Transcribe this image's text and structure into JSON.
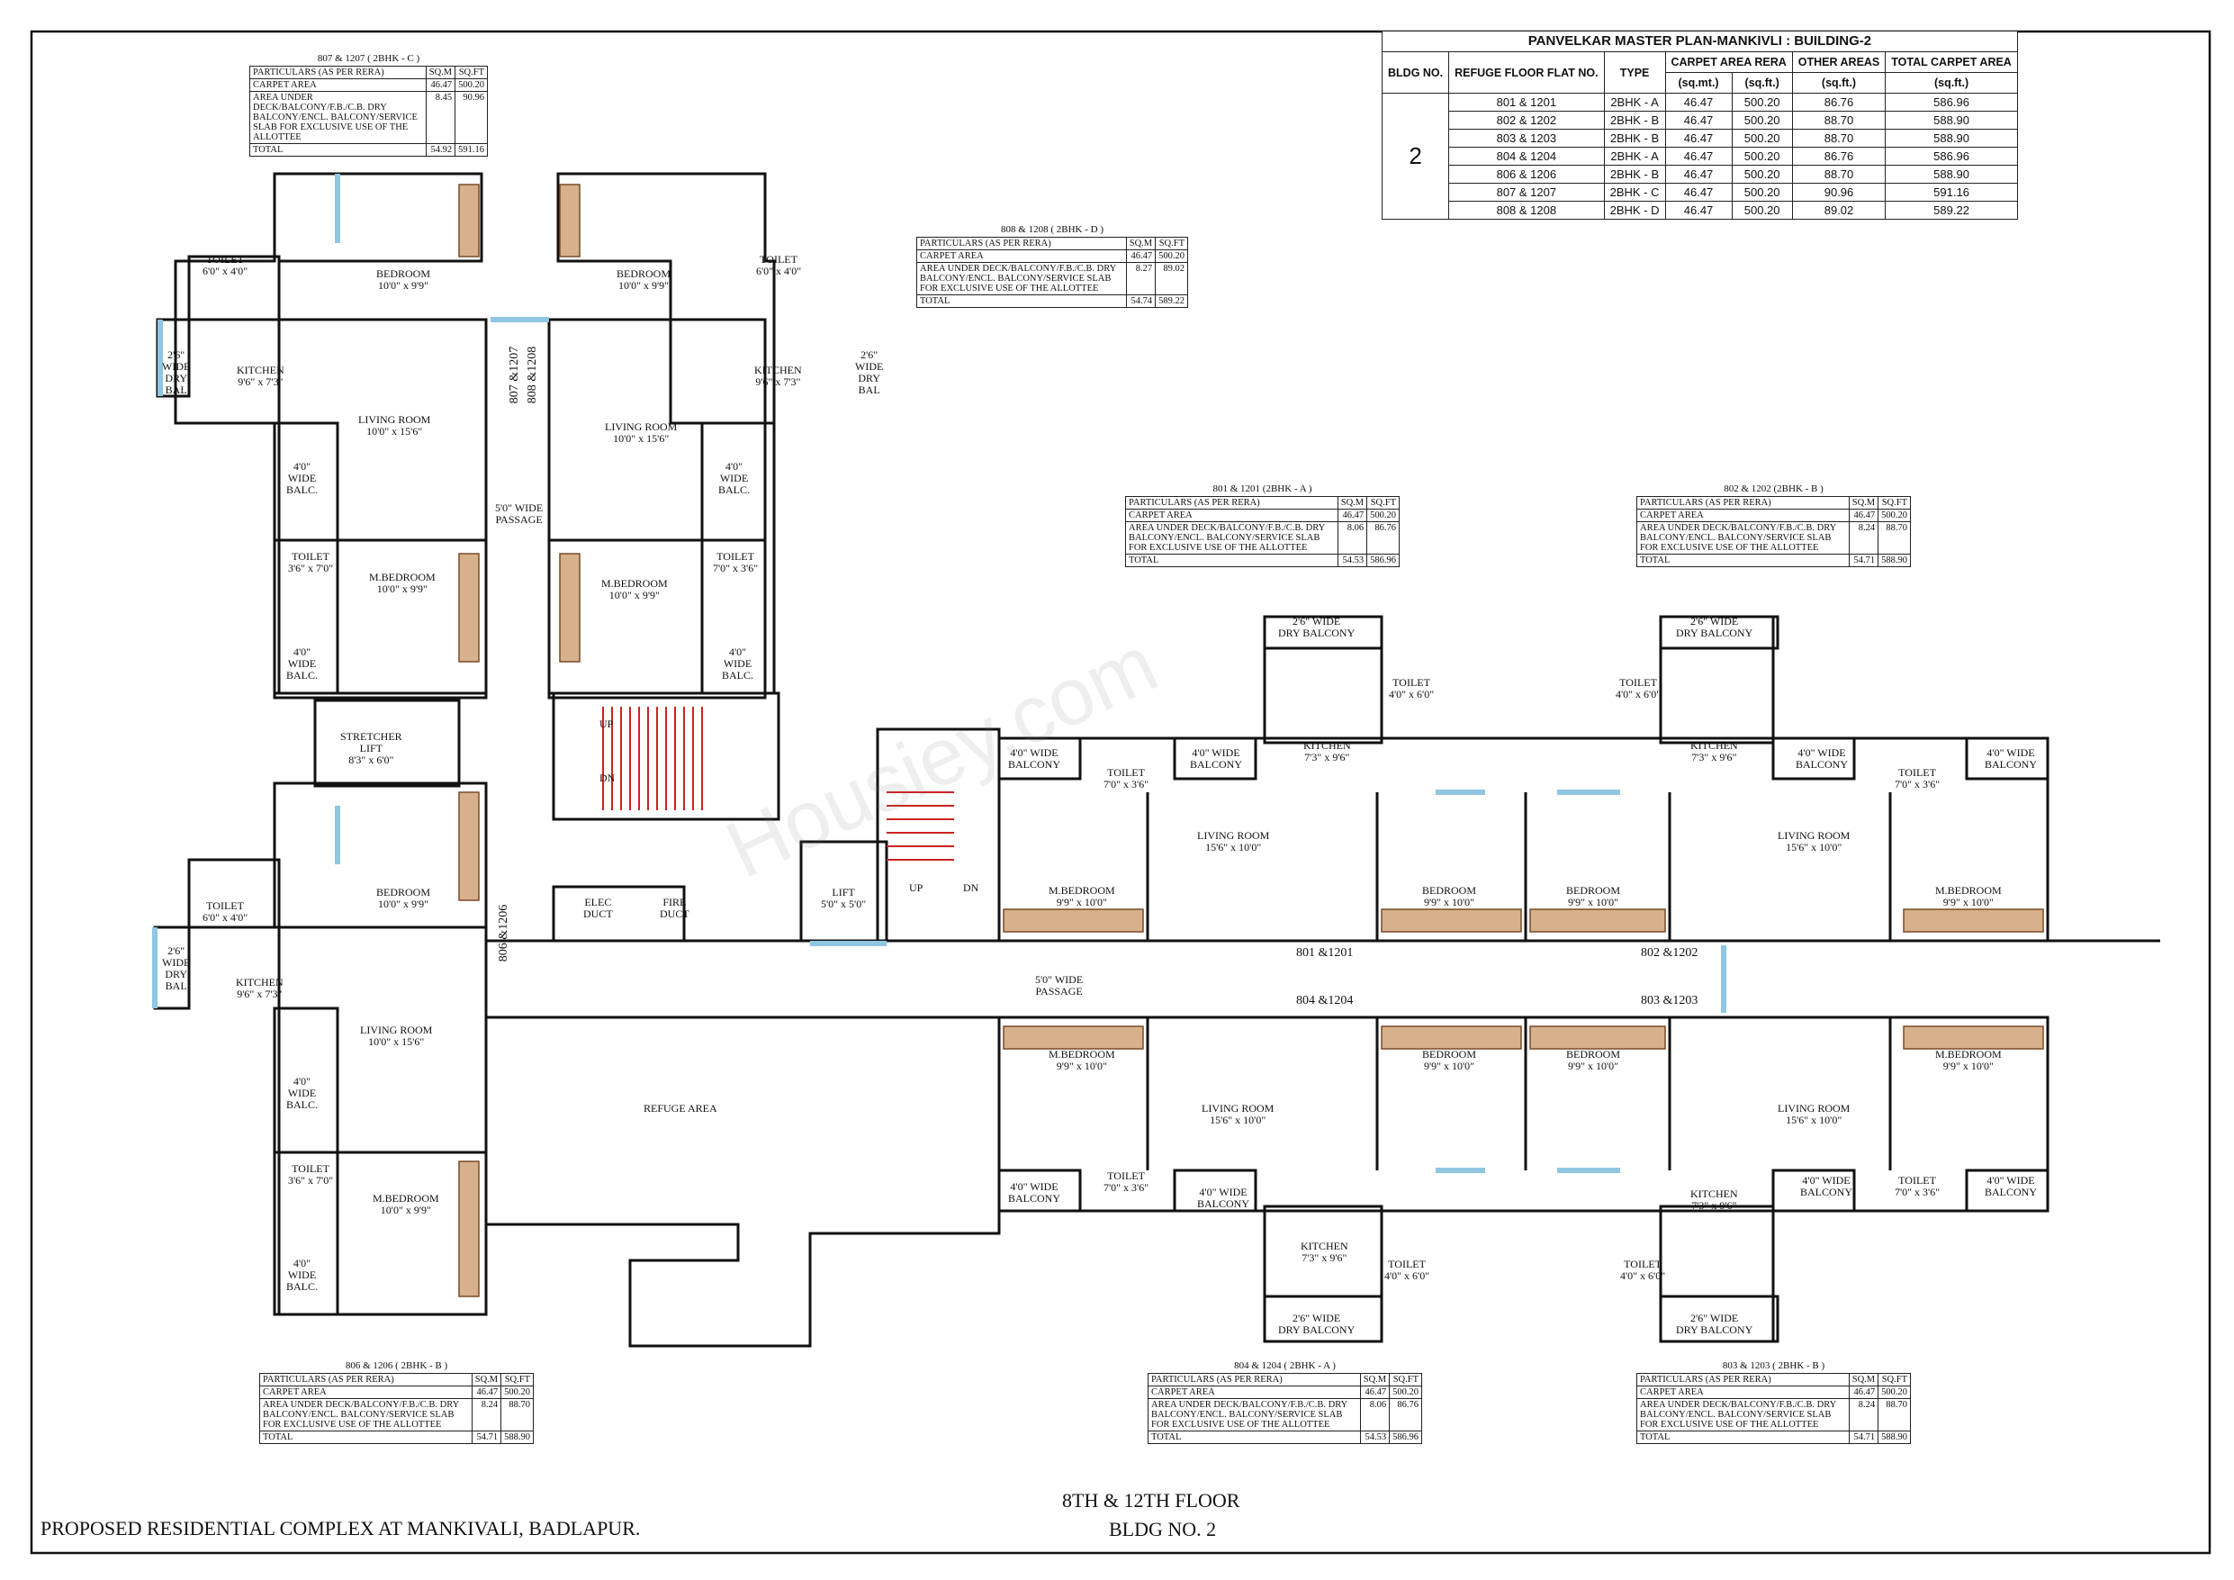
{
  "master_table": {
    "title": "PANVELKAR MASTER PLAN-MANKIVLI : BUILDING-2",
    "headers": {
      "bldg": "BLDG NO.",
      "flat": "REFUGE FLOOR FLAT NO.",
      "type": "TYPE",
      "carpet": "CARPET AREA RERA",
      "sqmt": "(sq.mt.)",
      "sqft": "(sq.ft.)",
      "other": "OTHER AREAS",
      "other_unit": "(sq.ft.)",
      "total": "TOTAL CARPET AREA",
      "total_unit": "(sq.ft.)"
    },
    "bldg_no": "2",
    "rows": [
      {
        "flat": "801 & 1201",
        "type": "2BHK - A",
        "sqmt": "46.47",
        "sqft": "500.20",
        "other": "86.76",
        "total": "586.96"
      },
      {
        "flat": "802 & 1202",
        "type": "2BHK - B",
        "sqmt": "46.47",
        "sqft": "500.20",
        "other": "88.70",
        "total": "588.90"
      },
      {
        "flat": "803 & 1203",
        "type": "2BHK - B",
        "sqmt": "46.47",
        "sqft": "500.20",
        "other": "88.70",
        "total": "588.90"
      },
      {
        "flat": "804 & 1204",
        "type": "2BHK - A",
        "sqmt": "46.47",
        "sqft": "500.20",
        "other": "86.76",
        "total": "586.96"
      },
      {
        "flat": "806 & 1206",
        "type": "2BHK - B",
        "sqmt": "46.47",
        "sqft": "500.20",
        "other": "88.70",
        "total": "588.90"
      },
      {
        "flat": "807 & 1207",
        "type": "2BHK - C",
        "sqmt": "46.47",
        "sqft": "500.20",
        "other": "90.96",
        "total": "591.16"
      },
      {
        "flat": "808 & 1208",
        "type": "2BHK - D",
        "sqmt": "46.47",
        "sqft": "500.20",
        "other": "89.02",
        "total": "589.22"
      }
    ]
  },
  "unit_tables": [
    {
      "caption": "807 & 1207 ( 2BHK - C )",
      "hdr": "PARTICULARS (AS PER RERA)",
      "sqm": "SQ.M",
      "sqft": "SQ.FT",
      "carpet": "CARPET AREA",
      "c1": "46.47",
      "c2": "500.20",
      "deck": "AREA UNDER DECK/BALCONY/F.B./C.B. DRY BALCONY/ENCL. BALCONY/SERVICE SLAB FOR EXCLUSIVE USE OF THE ALLOTTEE",
      "d1": "8.45",
      "d2": "90.96",
      "total": "TOTAL",
      "t1": "54.92",
      "t2": "591.16"
    },
    {
      "caption": "808 & 1208 ( 2BHK - D )",
      "hdr": "PARTICULARS (AS PER RERA)",
      "sqm": "SQ.M",
      "sqft": "SQ.FT",
      "carpet": "CARPET AREA",
      "c1": "46.47",
      "c2": "500.20",
      "deck": "AREA UNDER DECK/BALCONY/F.B./C.B. DRY BALCONY/ENCL. BALCONY/SERVICE SLAB FOR EXCLUSIVE USE OF THE ALLOTTEE",
      "d1": "8.27",
      "d2": "89.02",
      "total": "TOTAL",
      "t1": "54.74",
      "t2": "589.22"
    },
    {
      "caption": "801 & 1201 (2BHK - A )",
      "hdr": "PARTICULARS (AS PER RERA)",
      "sqm": "SQ.M",
      "sqft": "SQ.FT",
      "carpet": "CARPET AREA",
      "c1": "46.47",
      "c2": "500.20",
      "deck": "AREA UNDER DECK/BALCONY/F.B./C.B. DRY BALCONY/ENCL. BALCONY/SERVICE SLAB FOR EXCLUSIVE USE OF THE ALLOTTEE",
      "d1": "8.06",
      "d2": "86.76",
      "total": "TOTAL",
      "t1": "54.53",
      "t2": "586.96"
    },
    {
      "caption": "802 & 1202 (2BHK - B )",
      "hdr": "PARTICULARS (AS PER RERA)",
      "sqm": "SQ.M",
      "sqft": "SQ.FT",
      "carpet": "CARPET AREA",
      "c1": "46.47",
      "c2": "500.20",
      "deck": "AREA UNDER DECK/BALCONY/F.B./C.B. DRY BALCONY/ENCL. BALCONY/SERVICE SLAB FOR EXCLUSIVE USE OF THE ALLOTTEE",
      "d1": "8.24",
      "d2": "88.70",
      "total": "TOTAL",
      "t1": "54.71",
      "t2": "588.90"
    },
    {
      "caption": "806 & 1206 ( 2BHK - B )",
      "hdr": "PARTICULARS (AS PER RERA)",
      "sqm": "SQ.M",
      "sqft": "SQ.FT",
      "carpet": "CARPET AREA",
      "c1": "46.47",
      "c2": "500.20",
      "deck": "AREA UNDER DECK/BALCONY/F.B./C.B. DRY BALCONY/ENCL. BALCONY/SERVICE SLAB FOR EXCLUSIVE USE OF THE ALLOTTEE",
      "d1": "8.24",
      "d2": "88.70",
      "total": "TOTAL",
      "t1": "54.71",
      "t2": "588.90"
    },
    {
      "caption": "804 & 1204 ( 2BHK - A )",
      "hdr": "PARTICULARS (AS PER RERA)",
      "sqm": "SQ.M",
      "sqft": "SQ.FT",
      "carpet": "CARPET AREA",
      "c1": "46.47",
      "c2": "500.20",
      "deck": "AREA UNDER DECK/BALCONY/F.B./C.B. DRY BALCONY/ENCL. BALCONY/SERVICE SLAB FOR EXCLUSIVE USE OF THE ALLOTTEE",
      "d1": "8.06",
      "d2": "86.76",
      "total": "TOTAL",
      "t1": "54.53",
      "t2": "586.96"
    },
    {
      "caption": "803 & 1203 ( 2BHK - B )",
      "hdr": "PARTICULARS (AS PER RERA)",
      "sqm": "SQ.M",
      "sqft": "SQ.FT",
      "carpet": "CARPET AREA",
      "c1": "46.47",
      "c2": "500.20",
      "deck": "AREA UNDER DECK/BALCONY/F.B./C.B. DRY BALCONY/ENCL. BALCONY/SERVICE SLAB FOR EXCLUSIVE USE OF THE ALLOTTEE",
      "d1": "8.24",
      "d2": "88.70",
      "total": "TOTAL",
      "t1": "54.71",
      "t2": "588.90"
    }
  ],
  "room_labels": {
    "bedroom": "BEDROOM",
    "bedroom_size_a": "10'0\" x 9'9\"",
    "mbedroom": "M.BEDROOM",
    "mbedroom_size_a": "10'0\" x 9'9\"",
    "toilet": "TOILET",
    "toilet_size_a": "6'0\" x 4'0\"",
    "toilet_size_b": "3'6\" x 7'0\"",
    "toilet_size_c": "7'0\" x 3'6\"",
    "toilet_size_d": "4'0\" x 6'0\"",
    "kitchen": "KITCHEN",
    "kitchen_size_a": "9'6\" x 7'3\"",
    "kitchen_size_b": "7'3\" x 9'6\"",
    "living": "LIVING ROOM",
    "living_size_a": "10'0\" x 15'6\"",
    "living_size_b": "15'6\" x 10'0\"",
    "bedroom_size_b": "9'9\" x 10'0\"",
    "wide_balc": "4'0\"\nWIDE\nBALC.",
    "dry_bal": "2'6\"\nWIDE\nDRY\nBAL",
    "wide_balcony": "4'0\" WIDE\nBALCONY",
    "dry_balcony": "2'6\" WIDE\nDRY BALCONY",
    "passage_v": "5'0\" WIDE\nPASSAGE",
    "passage_h": "5'0\" WIDE\nPASSAGE",
    "stretcher_lift": "STRETCHER\nLIFT",
    "stretcher_size": "8'3\" x 6'0\"",
    "lift": "LIFT",
    "lift_size": "5'0\" x 5'0\"",
    "elec_duct": "ELEC\nDUCT",
    "fire_duct": "FIRE\nDUCT",
    "up": "UP",
    "dn": "DN",
    "refuge": "REFUGE AREA"
  },
  "flat_tags": {
    "f807": "807 &1207",
    "f808": "808 &1208",
    "f806": "806 &1206",
    "f801": "801 &1201",
    "f802": "802 &1202",
    "f804": "804 &1204",
    "f803": "803 &1203"
  },
  "footer": {
    "project": "PROPOSED RESIDENTIAL COMPLEX AT MANKIVALI, BADLAPUR.",
    "floor": "8TH & 12TH FLOOR",
    "bldg": "BLDG NO. 2"
  },
  "watermark": "Housiey.com",
  "colors": {
    "wall": "#111111",
    "glass": "#8fc6e0",
    "wood": "#b07a50",
    "stair": "#cc2222"
  }
}
